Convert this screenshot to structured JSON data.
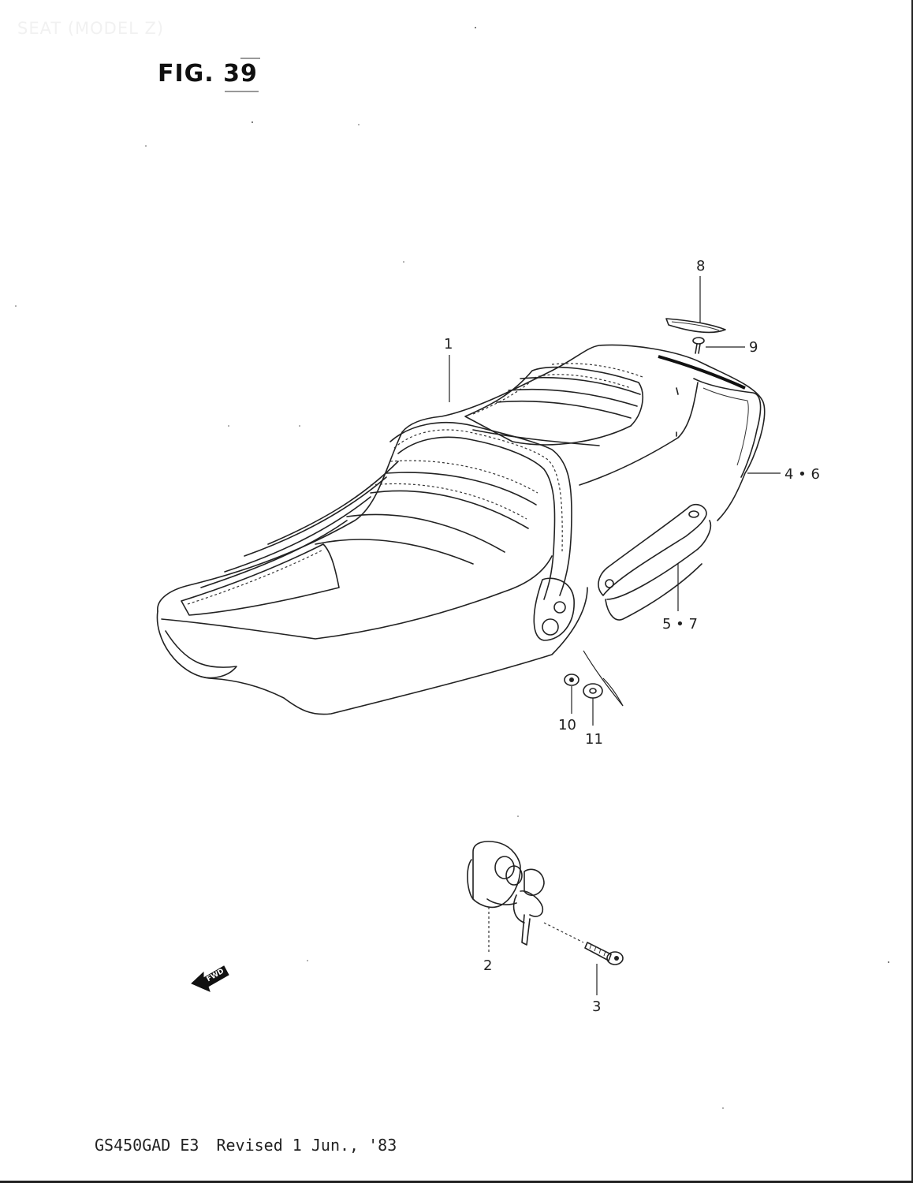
{
  "header": {
    "section_text": "SEAT (MODEL Z)"
  },
  "figure": {
    "title": "FIG. 39"
  },
  "callouts": {
    "c1": "1",
    "c2": "2",
    "c3": "3",
    "c4_6": "4 • 6",
    "c5_7": "5 • 7",
    "c8": "8",
    "c9": "9",
    "c10": "10",
    "c11": "11"
  },
  "fwd_label": "FWD",
  "footer": {
    "model": "GS450GAD E3",
    "revision": "Revised 1 Jun., '83"
  }
}
